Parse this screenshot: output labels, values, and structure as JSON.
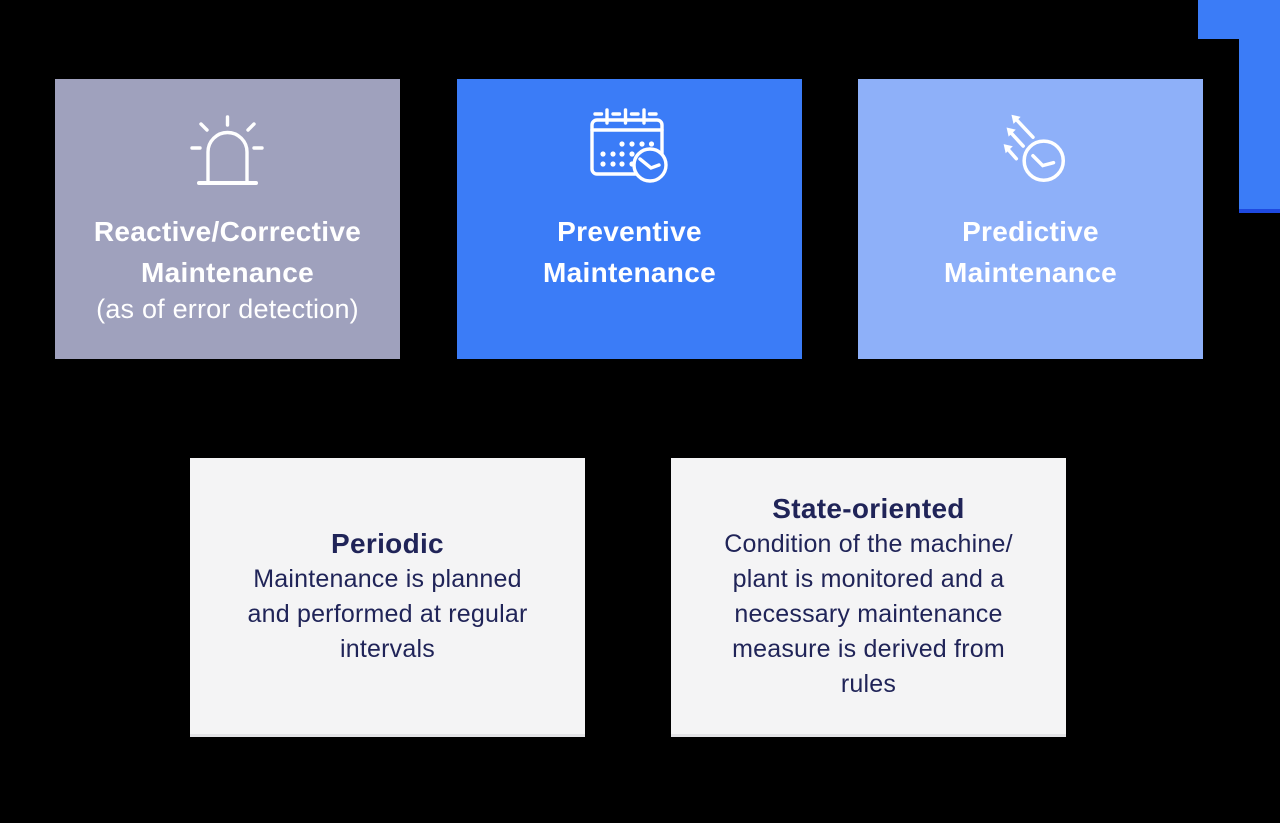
{
  "palette": {
    "background": "#000000",
    "reactive": "#9fa1bd",
    "preventive": "#3b7cf7",
    "predictive": "#8eb0f9",
    "card": "#f4f4f5",
    "accent": "#3b7cf7",
    "text_light": "#ffffff",
    "text_dark": "#202458"
  },
  "top_boxes": [
    {
      "icon": "siren-icon",
      "title_lines": [
        "Reactive/Corrective",
        "Maintenance"
      ],
      "subtitle": "(as of error detection)"
    },
    {
      "icon": "calendar-clock-icon",
      "title_lines": [
        "Preventive",
        "Maintenance"
      ]
    },
    {
      "icon": "clock-arrows-icon",
      "title_lines": [
        "Predictive",
        "Maintenance"
      ]
    }
  ],
  "detail_cards": [
    {
      "title": "Periodic",
      "body_lines": [
        "Maintenance is planned",
        "and performed at regular",
        "intervals"
      ]
    },
    {
      "title": "State-oriented",
      "body_lines": [
        "Condition of the machine/",
        "plant is monitored and a",
        "necessary maintenance",
        "measure is derived from",
        "rules"
      ]
    }
  ]
}
